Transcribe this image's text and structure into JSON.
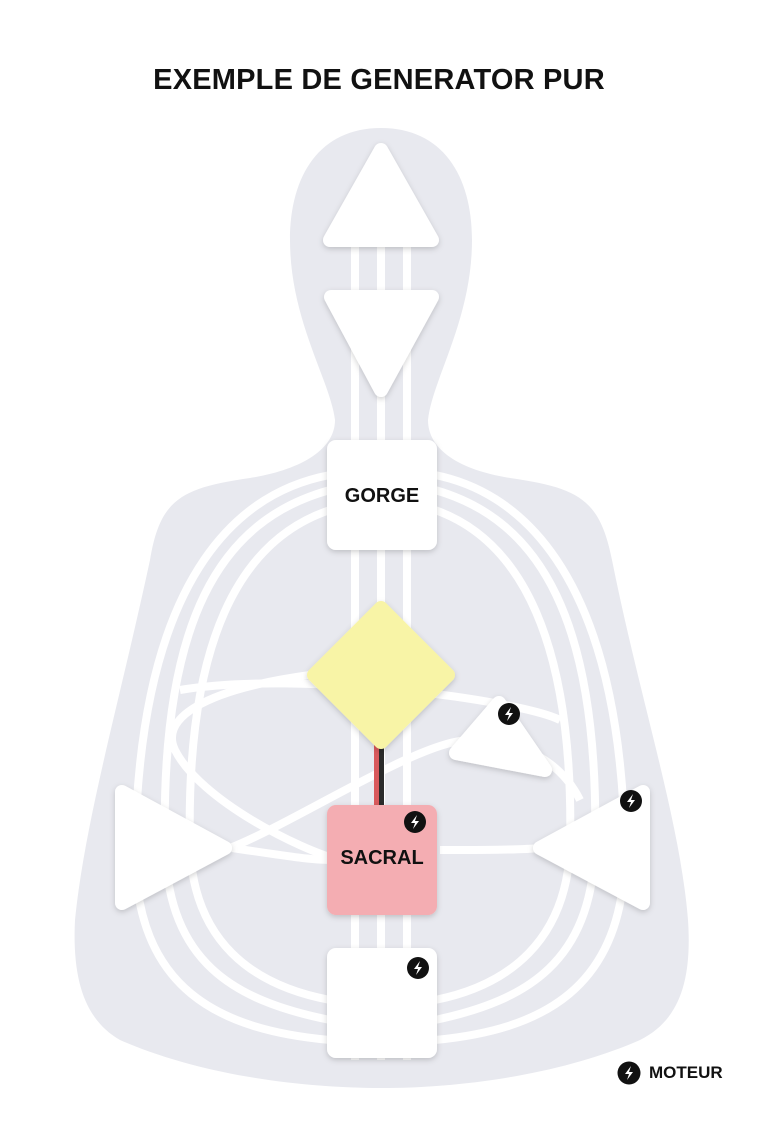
{
  "title": "EXEMPLE DE GENERATOR PUR",
  "centers": {
    "head": {
      "label": "",
      "defined": false
    },
    "ajna": {
      "label": "",
      "defined": false
    },
    "throat": {
      "label": "GORGE",
      "defined": false
    },
    "g": {
      "label": "",
      "defined": true,
      "color": "#f8f4a6"
    },
    "heart": {
      "label": "",
      "defined": false,
      "motor": true
    },
    "spleen": {
      "label": "",
      "defined": false
    },
    "solar_plexus": {
      "label": "",
      "defined": false,
      "motor": true
    },
    "sacral": {
      "label": "SACRAL",
      "defined": true,
      "motor": true,
      "color": "#f4adb2"
    },
    "root": {
      "label": "",
      "defined": false,
      "motor": true
    }
  },
  "channel_colors": {
    "personality": "#222222",
    "design": "#d9595c"
  },
  "legend": {
    "icon": "lightning-bolt-icon",
    "label": "MOTEUR"
  },
  "colors": {
    "body": "#e8e9ef",
    "center": "#ffffff"
  }
}
